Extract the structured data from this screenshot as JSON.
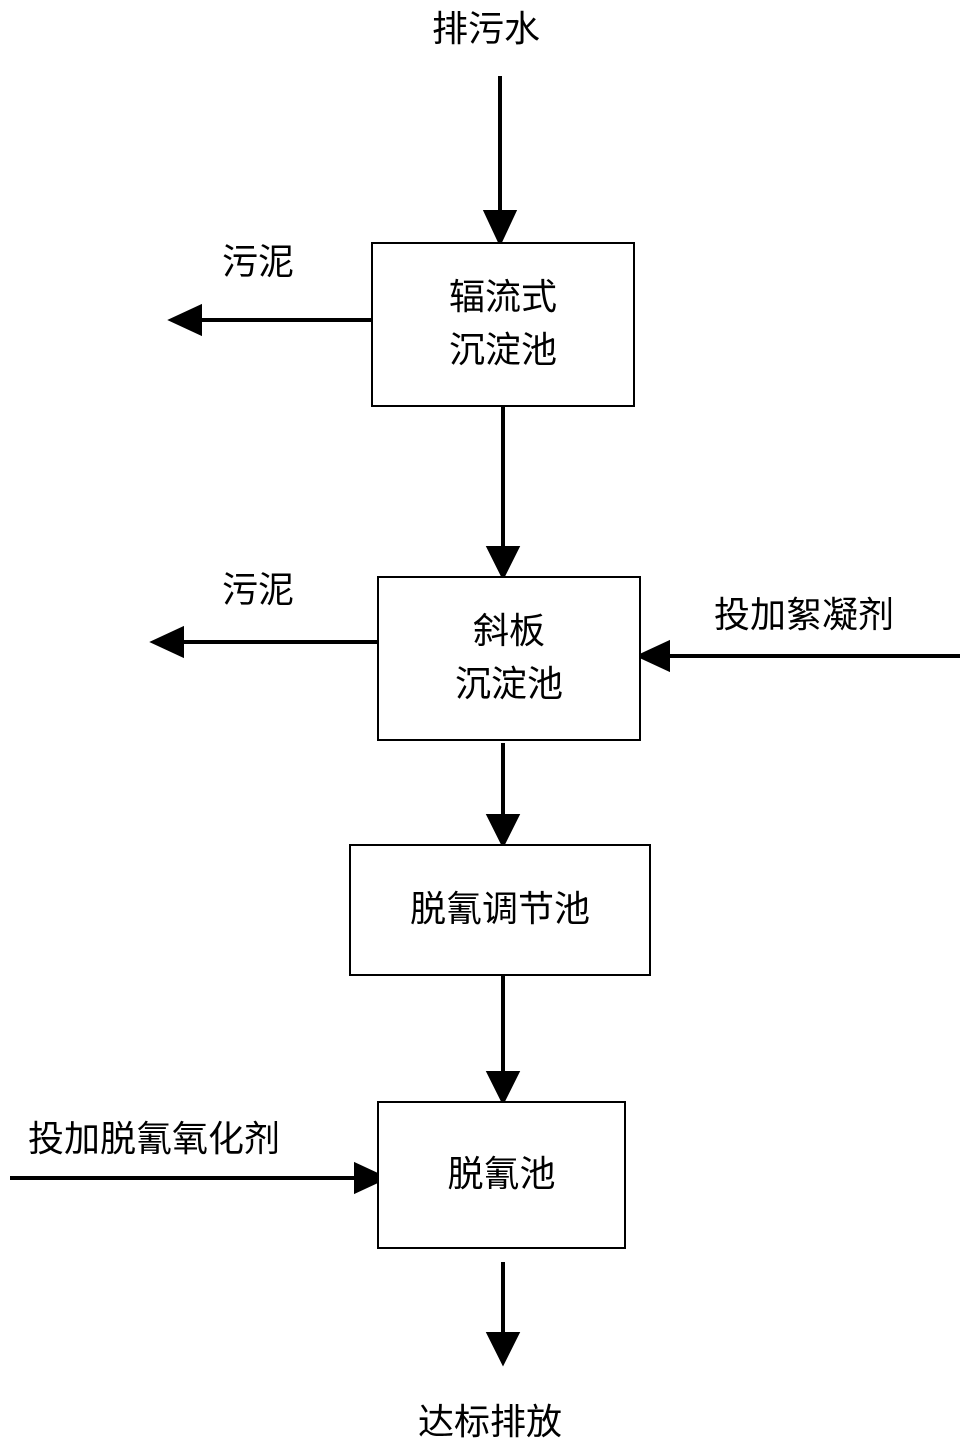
{
  "inputs": {
    "wastewater": "排污水",
    "flocculant": "投加絮凝剂",
    "oxidant": "投加脱氰氧化剂"
  },
  "outputs": {
    "sludge_1": "污泥",
    "sludge_2": "污泥",
    "discharge": "达标排放"
  },
  "boxes": {
    "radial_tank": {
      "line1": "辐流式",
      "line2": "沉淀池"
    },
    "inclined_plate_tank": {
      "line1": "斜板",
      "line2": "沉淀池"
    },
    "cyanide_adjust_tank": {
      "line1": "脱氰调节池"
    },
    "cyanide_removal_tank": {
      "line1": "脱氰池"
    }
  }
}
